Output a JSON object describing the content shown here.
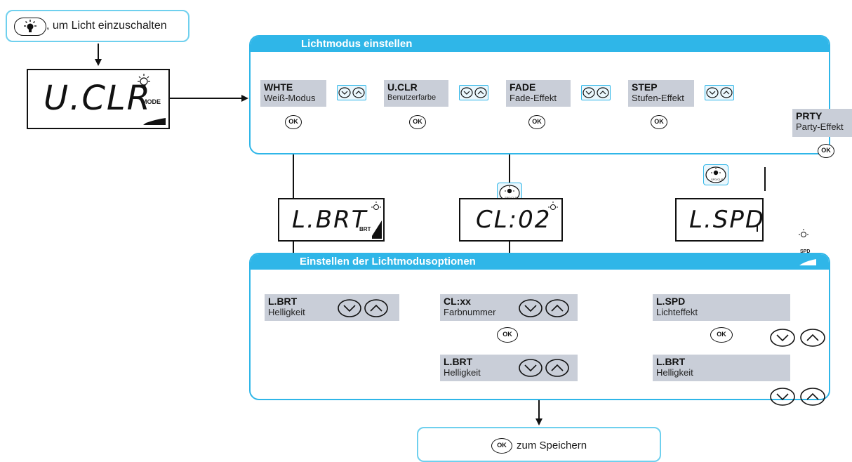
{
  "start_box": {
    "label": ", um Licht einzuschalten"
  },
  "main_display": {
    "text": "U.CLR",
    "mode_label": "MODE"
  },
  "panel_top": {
    "title": "Lichtmodus einstellen"
  },
  "modes": [
    {
      "code": "WHTE",
      "desc": "Weiß-Modus"
    },
    {
      "code": "U.CLR",
      "desc": "Benutzerfarbe"
    },
    {
      "code": "FADE",
      "desc": "Fade-Effekt"
    },
    {
      "code": "STEP",
      "desc": "Stufen-Effekt"
    },
    {
      "code": "PRTY",
      "desc": "Party-Effekt"
    }
  ],
  "ok_label": "OK",
  "spd_clr_label": "SPD/CLR",
  "displays": [
    {
      "text": "L.BRT",
      "sub": "BRT"
    },
    {
      "text": "CL:02",
      "sub": ""
    },
    {
      "text": "L.SPD",
      "sub": "SPD"
    }
  ],
  "panel_bottom": {
    "title": "Einstellen der Lichtmodusoptionen"
  },
  "options": {
    "lbrt1": {
      "code": "L.BRT",
      "desc": "Helligkeit"
    },
    "clxx": {
      "code": "CL:xx",
      "desc": "Farbnummer"
    },
    "lbrt2": {
      "code": "L.BRT",
      "desc": "Helligkeit"
    },
    "lspd": {
      "code": "L.SPD",
      "desc": "Lichteffekt"
    },
    "lbrt3": {
      "code": "L.BRT",
      "desc": "Helligkeit"
    }
  },
  "save_box": {
    "label": "zum Speichern"
  },
  "colors": {
    "accent": "#2fb6e8",
    "box_gray": "#c9ced8",
    "line": "#111111"
  }
}
